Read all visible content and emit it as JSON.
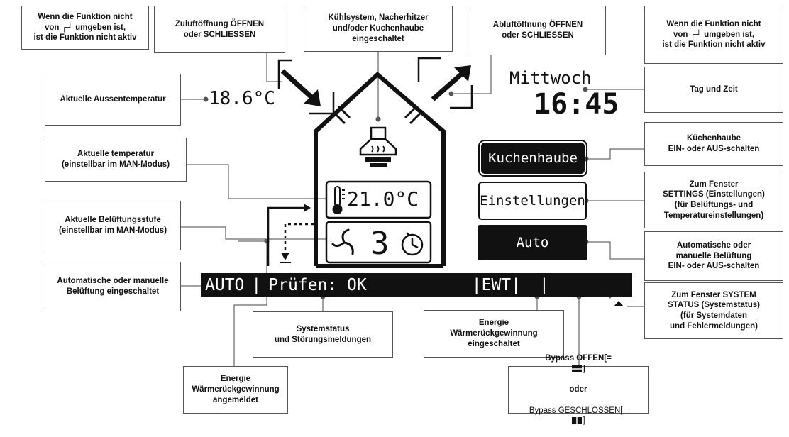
{
  "display": {
    "outside_temp": "18.6°C",
    "day": "Mittwoch",
    "time": "16:45",
    "room_temp": "21.0°C",
    "fan_level": "3",
    "btn_kitchen": "Kuchenhaube",
    "btn_settings": "Einstellungen",
    "btn_auto": "Auto",
    "status_mode": "AUTO",
    "status_sep1": "|",
    "status_text": "Prüfen: OK",
    "status_ewt": "|EWT|",
    "status_sep2": "|"
  },
  "callouts": {
    "inactive_left": [
      "Wenn die Funktion nicht",
      "von ┌┘ umgeben ist,",
      "ist die Funktion nicht aktiv"
    ],
    "supply_opening": [
      "Zuluftöffnung ÖFFNEN",
      "oder SCHLIESSEN"
    ],
    "cooling": [
      "Kühlsystem, Nacherhitzer",
      "und/oder Kuchenhaube",
      "eingeschaltet"
    ],
    "exhaust_opening": [
      "Abluftöffnung ÖFFNEN",
      "oder SCHLIESSEN"
    ],
    "inactive_right": [
      "Wenn die Funktion nicht",
      "von ┌┘ umgeben ist,",
      "ist die Funktion nicht aktiv"
    ],
    "outside_temp": [
      "Aktuelle Aussentemperatur"
    ],
    "day_time": [
      "Tag und Zeit"
    ],
    "current_temp": [
      "Aktuelle temperatur",
      "(einstellbar im MAN-Modus)"
    ],
    "kitchen_hood": [
      "Küchenhaube",
      "EIN- oder AUS-schalten"
    ],
    "settings_window": [
      "Zum Fenster",
      "SETTINGS (Einstellungen)",
      "(für Belüftungs- und",
      "Temperatureinstellungen)"
    ],
    "vent_level": [
      "Aktuelle Belüftungsstufe",
      "(einstellbar im MAN-Modus)"
    ],
    "auto_manual_switch": [
      "Automatische oder",
      "manuelle Belüftung",
      "EIN- oder AUS-schalten"
    ],
    "auto_manual_on": [
      "Automatische oder manuelle",
      "Belüftung eingeschaltet"
    ],
    "system_status_window": [
      "Zum Fenster SYSTEM",
      "STATUS (Systemstatus)",
      "(für Systemdaten",
      "und Fehlermeldungen)"
    ],
    "system_status": [
      "Systemstatus",
      "und Störungsmeldungen"
    ],
    "energy_on": [
      "Energie",
      "Wärmerückgewinnung",
      "eingeschaltet"
    ],
    "energy_registered": [
      "Energie",
      "Wärmerückgewinnung",
      "angemeldet"
    ],
    "bypass_open": "Bypass OFFEN[=",
    "bypass_or": "oder",
    "bypass_closed": "Bypass GESCHLOSSEN[="
  }
}
